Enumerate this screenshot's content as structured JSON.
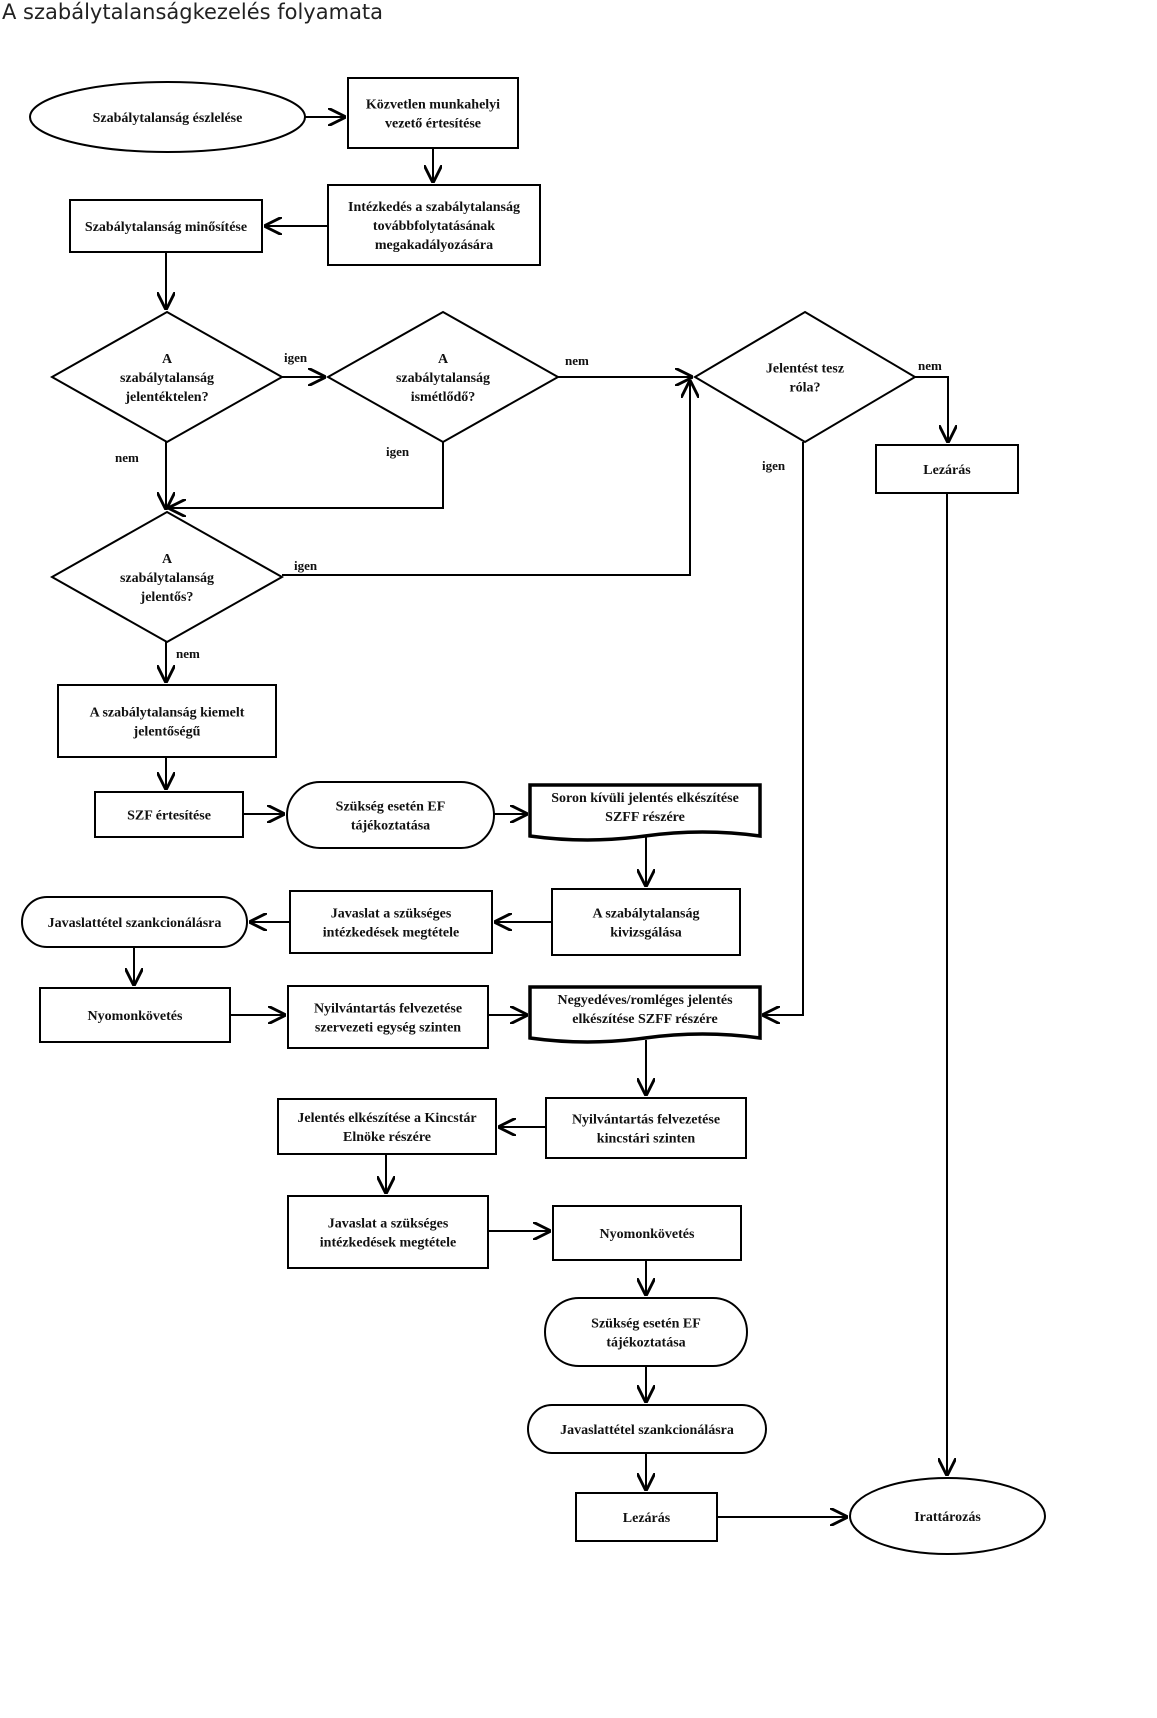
{
  "title": "A szabálytalanságkezelés folyamata",
  "nodes": {
    "n1": "Szabálytalanság észlelése",
    "n2": "Közvetlen munkahelyi\nvezető értesítése",
    "n3": "Intézkedés a szabálytalanság\ntovábbfolytatásának\nmegakadályozására",
    "n4": "Szabálytalanság minősítése",
    "d1": "A\nszabálytalanság\njelentéktelen?",
    "d2": "A\nszabálytalanság\nismétlődő?",
    "d3": "Jelentést tesz\nróla?",
    "n5": "Lezárás",
    "d4": "A\nszabálytalanság\njelentős?",
    "n6": "A szabálytalanság kiemelt\njelentőségű",
    "n7": "SZF értesítése",
    "n8": "Szükség esetén EF\ntájékoztatása",
    "n9": "Soron kívüli jelentés elkészítése\nSZFF részére",
    "n10": "A szabálytalanság\nkivizsgálása",
    "n11": "Javaslat a szükséges\nintézkedések megtétele",
    "n12": "Javaslattétel szankcionálásra",
    "n13": "Nyomonkövetés",
    "n14": "Nyilvántartás felvezetése\nszervezeti egység szinten",
    "n15": "Negyedéves/romléges jelentés\nelkészítése SZFF részére",
    "n16": "Nyilvántartás felvezetése\nkincstári szinten",
    "n17": "Jelentés elkészítése a Kincstár\nElnöke részére",
    "n18": "Javaslat a szükséges\nintézkedések megtétele",
    "n19": "Nyomonkövetés",
    "n20": "Szükség esetén EF\ntájékoztatása",
    "n21": "Javaslattétel szankcionálásra",
    "n22": "Lezárás",
    "n23": "Irattározás"
  },
  "edge_labels": {
    "d1_yes": "igen",
    "d1_no": "nem",
    "d2_no": "nem",
    "d2_yes": "igen",
    "d3_no": "nem",
    "d3_yes": "igen",
    "d4_yes": "igen",
    "d4_no": "nem"
  }
}
